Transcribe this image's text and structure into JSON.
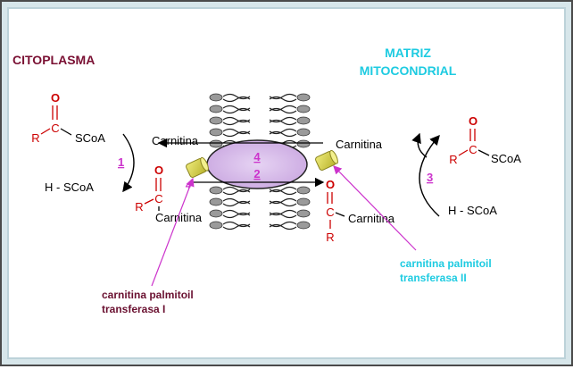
{
  "labels": {
    "cytoplasm": "CITOPLASMA",
    "matrix_line1": "MATRIZ",
    "matrix_line2": "MITOCONDRIAL",
    "cpt1_line1": "carnitina palmitoil",
    "cpt1_line2": "transferasa I",
    "cpt2_line1": "carnitina palmitoil",
    "cpt2_line2": "transferasa II"
  },
  "chemistry": {
    "r": "R",
    "c": "C",
    "o": "O",
    "scoa": "SCoA",
    "hscoa": "H - SCoA",
    "carnitina": "Carnitina"
  },
  "steps": {
    "s1": "1",
    "s2": "2",
    "s3": "3",
    "s4": "4",
    "s4b": "4"
  },
  "colors": {
    "cytoplasm_label": "#7a1033",
    "matrix_label": "#1ecbe1",
    "magenta": "#cc33cc",
    "red": "#cc0000",
    "transporter": "#d3b6e8",
    "enzyme": "#d4cf45"
  }
}
